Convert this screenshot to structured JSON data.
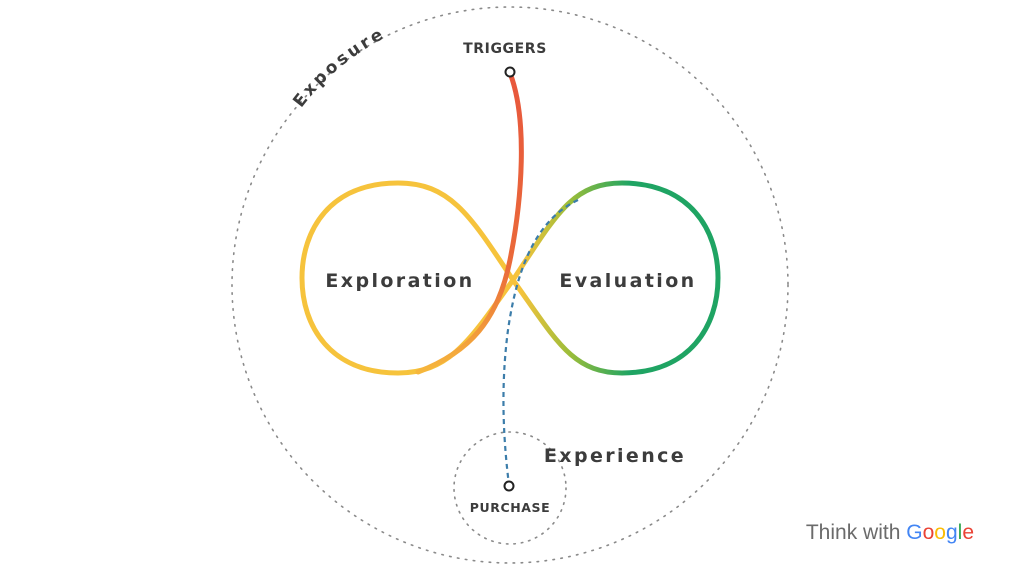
{
  "labels": {
    "exposure": "Exposure",
    "triggers": "TRIGGERS",
    "exploration": "Exploration",
    "evaluation": "Evaluation",
    "experience": "Experience",
    "purchase": "PURCHASE"
  },
  "brand": {
    "prefix": "Think with",
    "logo_letters": [
      "G",
      "o",
      "o",
      "g",
      "l",
      "e"
    ],
    "logo_colors": [
      "#4285F4",
      "#EA4335",
      "#FBBC05",
      "#4285F4",
      "#34A853",
      "#EA4335"
    ]
  },
  "colors": {
    "exploration_loop": "#F6C33C",
    "evaluation_loop": "#1FA463",
    "trigger_path": "#E8573C",
    "purchase_path": "#3C7DAA",
    "dotted_circle": "#8a8a8a",
    "text": "#3c3c3c"
  }
}
